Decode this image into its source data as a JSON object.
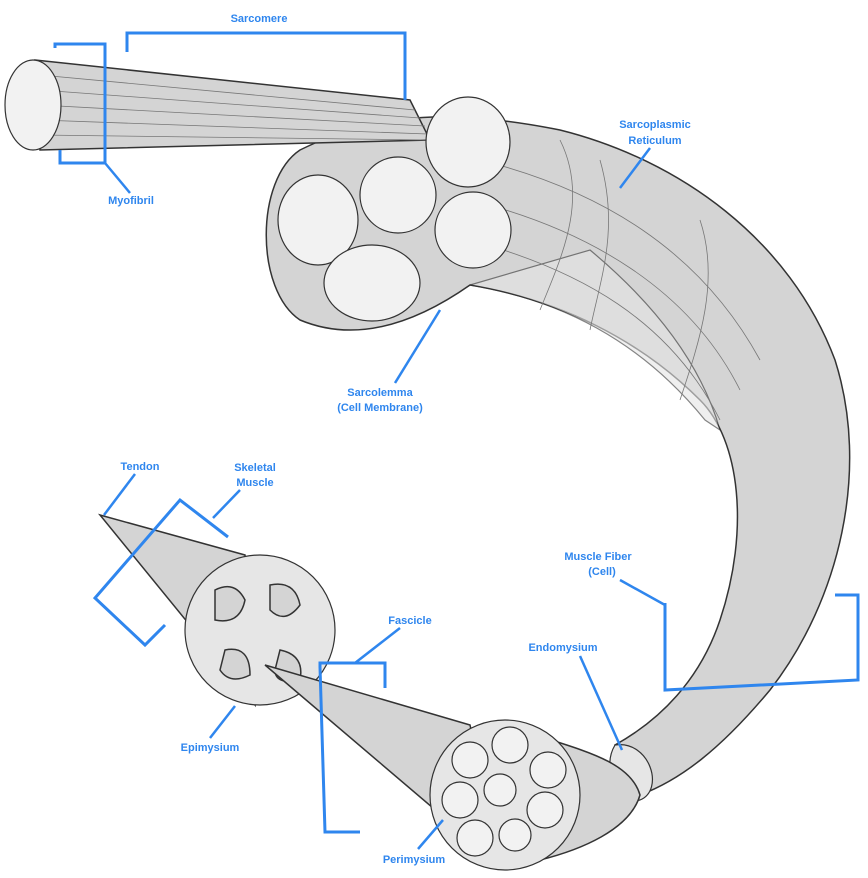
{
  "labels": {
    "sarcomere": "Sarcomere",
    "myofibril": "Myofibril",
    "sarcoplasmic_reticulum": [
      "Sarcoplasmic",
      "Reticulum"
    ],
    "sarcolemma": [
      "Sarcolemma",
      "(Cell Membrane)"
    ],
    "tendon": "Tendon",
    "skeletal_muscle": [
      "Skeletal",
      "Muscle"
    ],
    "fascicle": "Fascicle",
    "epimysium": "Epimysium",
    "muscle_fiber": [
      "Muscle Fiber",
      "(Cell)"
    ],
    "endomysium": "Endomysium",
    "perimysium": "Perimysium"
  },
  "colors": {
    "label": "#2f86ee",
    "tissue": "#d4d4d4",
    "outline": "#333333"
  }
}
